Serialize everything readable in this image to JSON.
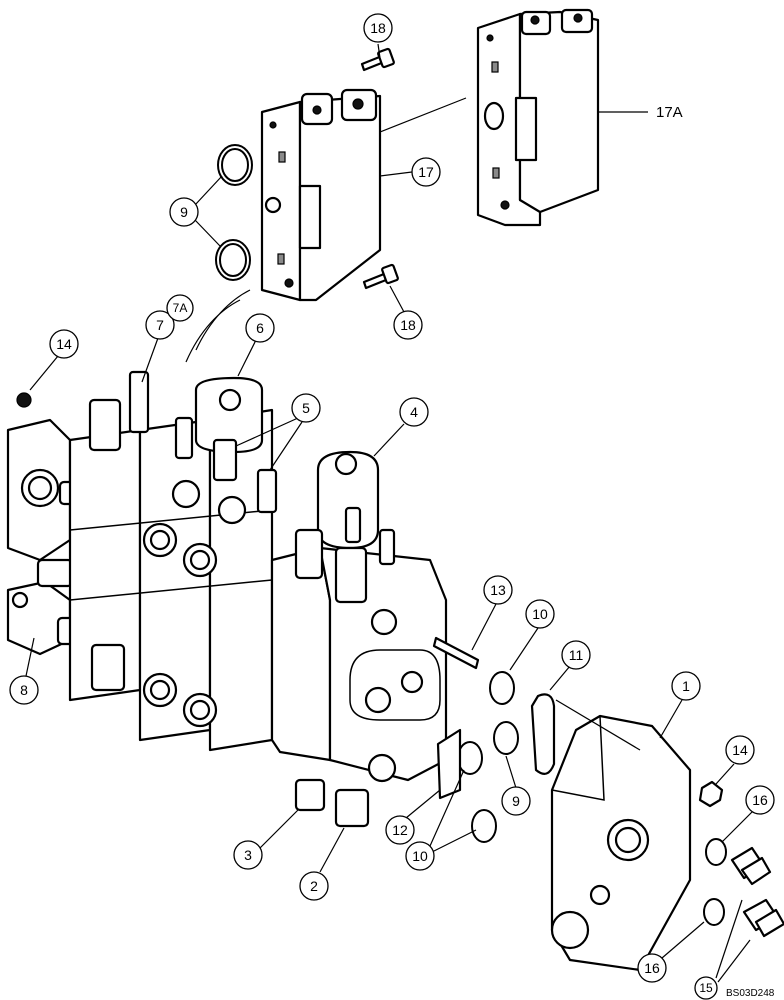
{
  "callouts": {
    "c18a": "18",
    "c9": "9",
    "c17": "17",
    "c18b": "18",
    "c7": "7",
    "c7a": "7A",
    "c6": "6",
    "c14a": "14",
    "c5": "5",
    "c4": "4",
    "c8": "8",
    "c13": "13",
    "c10a": "10",
    "c11": "11",
    "c1": "1",
    "c14b": "14",
    "c9b": "9",
    "c12": "12",
    "c3": "3",
    "c2": "2",
    "c10b": "10",
    "c16a": "16",
    "c16b": "16",
    "c15": "15"
  },
  "labels": {
    "part_17a": "17A",
    "drawing_code": "BS03D248"
  }
}
